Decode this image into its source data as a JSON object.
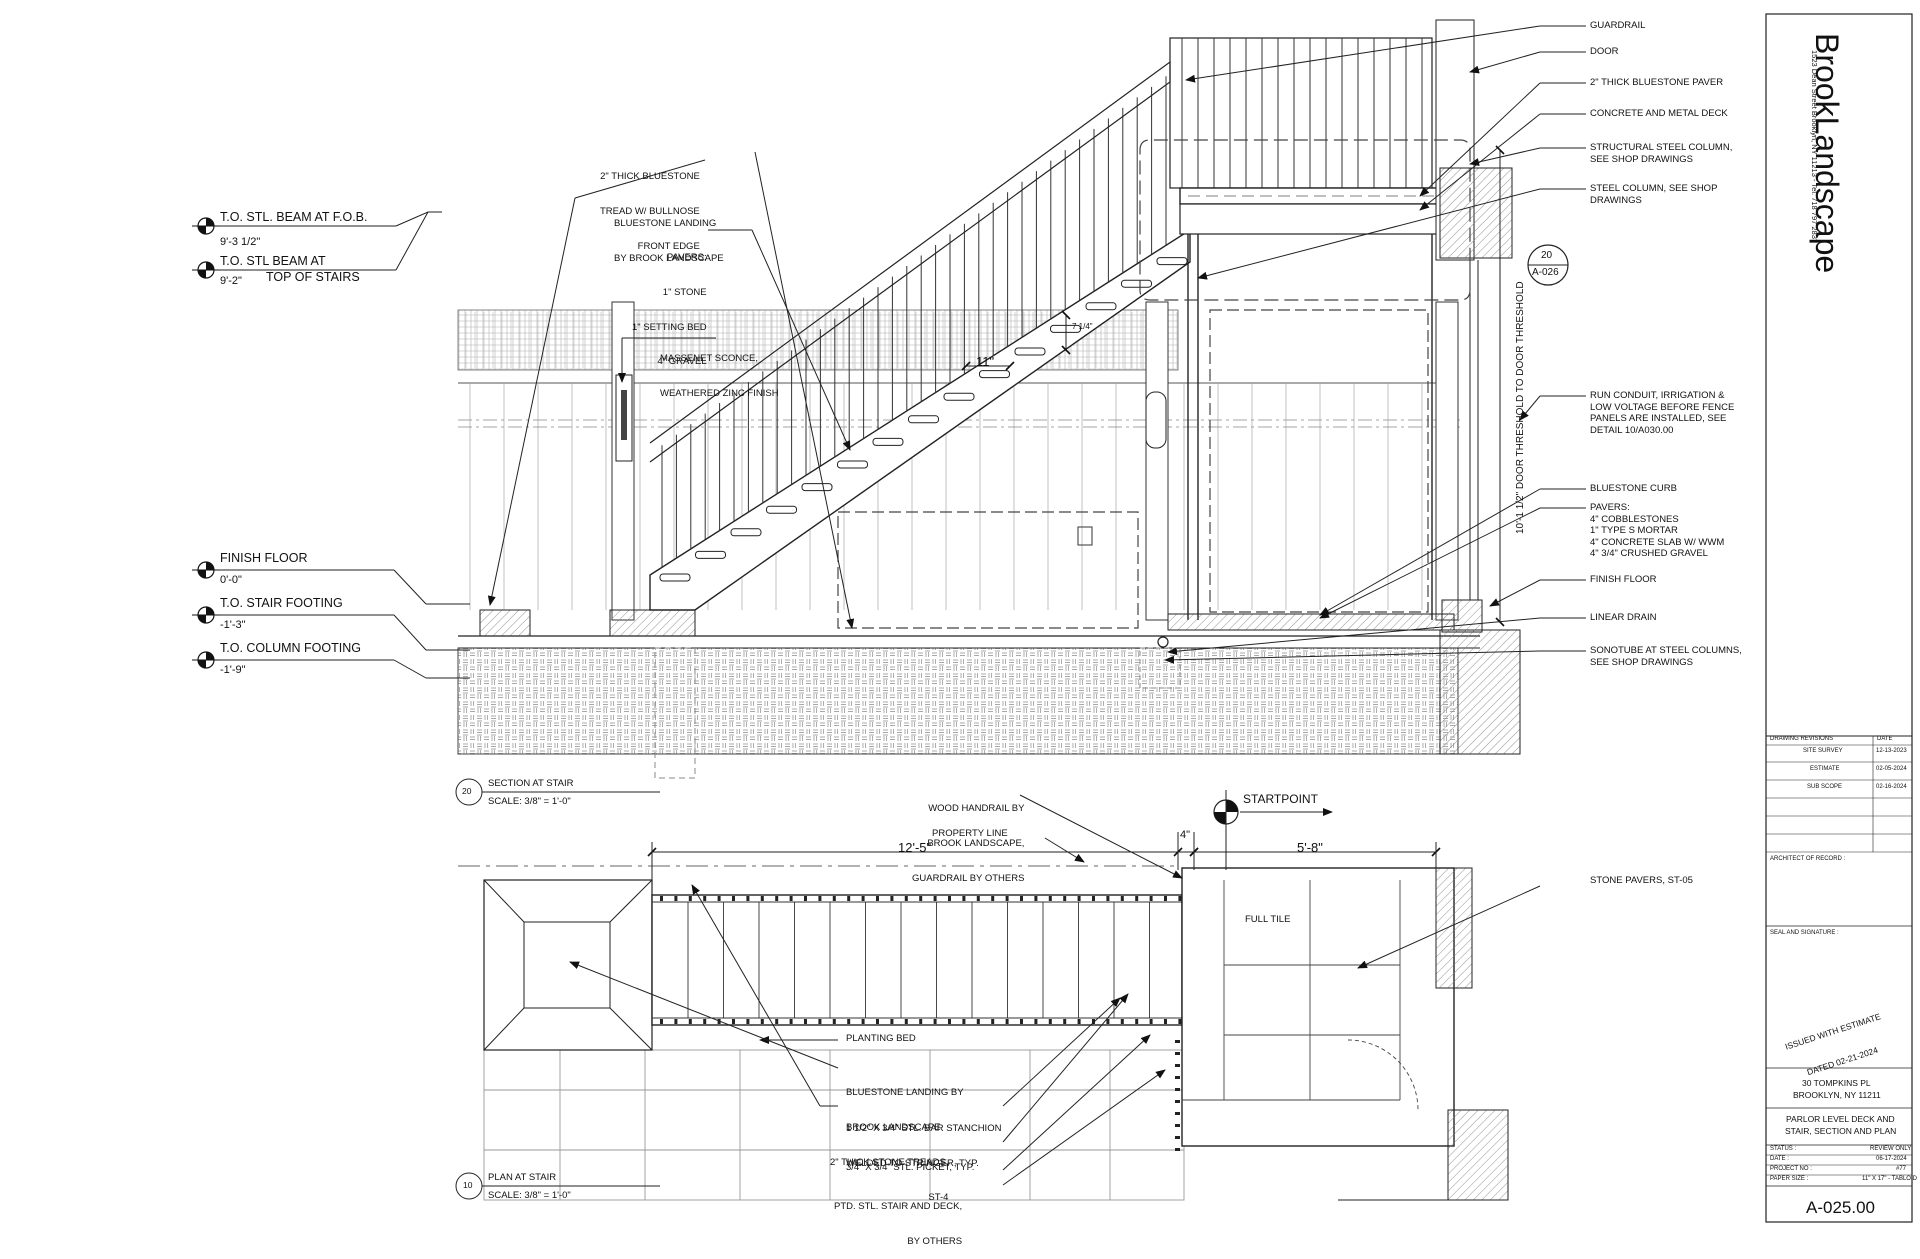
{
  "title_block": {
    "firm_name": "BrookLandscape",
    "firm_address": "1523 Dean Street Brooklyn, NY 11213 - Tel. 718 797 2837",
    "revisions_header": "DRAWING REVISIONS",
    "date_header": "DATE",
    "revisions": [
      {
        "label": "SITE SURVEY",
        "date": "12-13-2023"
      },
      {
        "label": "ESTIMATE",
        "date": "02-05-2024"
      },
      {
        "label": "SUB SCOPE",
        "date": "02-16-2024"
      }
    ],
    "architect_label": "ARCHITECT OF RECORD :",
    "seal_label": "SEAL AND SIGNATURE :",
    "stamp_line1": "ISSUED WITH ESTIMATE",
    "stamp_line2": "DATED 02-21-2024",
    "project_address_1": "30 TOMPKINS PL",
    "project_address_2": "BROOKLYN, NY 11211",
    "sheet_title_1": "PARLOR LEVEL DECK AND",
    "sheet_title_2": "STAIR, SECTION AND PLAN",
    "status_label": "STATUS :",
    "status_value": "REVIEW ONLY",
    "date_label": "DATE :",
    "date_value": "06-17-2024",
    "project_no_label": "PROJECT NO :",
    "project_no_value": "#77",
    "paper_size_label": "PAPER SIZE :",
    "paper_size_value": "11\" X 17\" - TABLOID",
    "sheet_number": "A-025.00"
  },
  "levels": [
    {
      "name": "T.O. STL. BEAM AT F.O.B.",
      "elevation": "9'-3 1/2\""
    },
    {
      "name": "T.O. STL BEAM AT",
      "elevation": "9'-2\"",
      "extra": "TOP OF STAIRS"
    },
    {
      "name": "FINISH FLOOR",
      "elevation": "0'-0\""
    },
    {
      "name": "T.O. STAIR FOOTING",
      "elevation": "-1'-3\""
    },
    {
      "name": "T.O. COLUMN FOOTING",
      "elevation": "-1'-9\""
    }
  ],
  "section_notes_left": {
    "tread": [
      "2\" THICK BLUESTONE",
      "TREAD W/ BULLNOSE",
      "FRONT EDGE"
    ],
    "landing": [
      "BLUESTONE LANDING",
      "BY BROOK LANDSCAPE"
    ],
    "pavers": [
      "PAVERS:",
      "1\" STONE",
      "1\" SETTING BED",
      "4\" GRAVEL"
    ],
    "sconce": [
      "MASSENET SCONCE,",
      "WEATHERED ZINC FINISH"
    ]
  },
  "section_notes_right": [
    [
      "GUARDRAIL"
    ],
    [
      "DOOR"
    ],
    [
      "2\" THICK BLUESTONE PAVER"
    ],
    [
      "CONCRETE AND METAL DECK"
    ],
    [
      "STRUCTURAL STEEL COLUMN,",
      "SEE SHOP DRAWINGS"
    ],
    [
      "STEEL COLUMN, SEE SHOP",
      "DRAWINGS"
    ],
    [
      "RUN CONDUIT, IRRIGATION &",
      "LOW VOLTAGE BEFORE FENCE",
      "PANELS ARE INSTALLED, SEE",
      "DETAIL 10/A030.00"
    ],
    [
      "BLUESTONE CURB"
    ],
    [
      "PAVERS:",
      "4\" COBBLESTONES",
      "1\" TYPE S MORTAR",
      "4\" CONCRETE SLAB W/ WWM",
      "4\" 3/4\" CRUSHED GRAVEL"
    ],
    [
      "FINISH FLOOR"
    ],
    [
      "LINEAR DRAIN"
    ],
    [
      "SONOTUBE AT STEEL COLUMNS,",
      "SEE SHOP DRAWINGS"
    ]
  ],
  "section_dims": {
    "vertical_dim": "10'-1 1/2\" DOOR THRESHOLD TO DOOR THRESHOLD",
    "tread_depth": "11\"",
    "riser": "7 1/4\"",
    "detail_tag_number": "20",
    "detail_tag_sheet": "A-026"
  },
  "section_title": {
    "number": "20",
    "title": "SECTION AT STAIR",
    "scale": "SCALE: 3/8\" = 1'-0\""
  },
  "plan_title": {
    "number": "10",
    "title": "PLAN AT STAIR",
    "scale": "SCALE: 3/8\" = 1'-0\""
  },
  "plan": {
    "handrail_note": [
      "WOOD HANDRAIL BY",
      "BROOK LANDSCAPE,",
      "GUARDRAIL BY OTHERS"
    ],
    "startpoint": "STARTPOINT",
    "property_line": "PROPERTY LINE",
    "dim_stair": "12'-5\"",
    "dim_gap": "4\"",
    "dim_landing": "5'-8\"",
    "full_tile": "FULL TILE",
    "stone_pavers": "STONE PAVERS, ST-05",
    "planting_bed": "PLANTING BED",
    "landing": [
      "BLUESTONE LANDING BY",
      "BROOK LANDSCAPE"
    ],
    "stanchion": [
      "1 1/2\" X 3/4\" STL. BAR STANCHION",
      "WELDED TO STRINGER, TYP."
    ],
    "treads": [
      "2\" THICK STONE TREADS,",
      "ST-4"
    ],
    "picket": [
      "3/4\" X 3/4\" STL. PICKET, TYP."
    ],
    "stair_deck": [
      "PTD. STL. STAIR AND DECK,",
      "BY OTHERS"
    ]
  }
}
